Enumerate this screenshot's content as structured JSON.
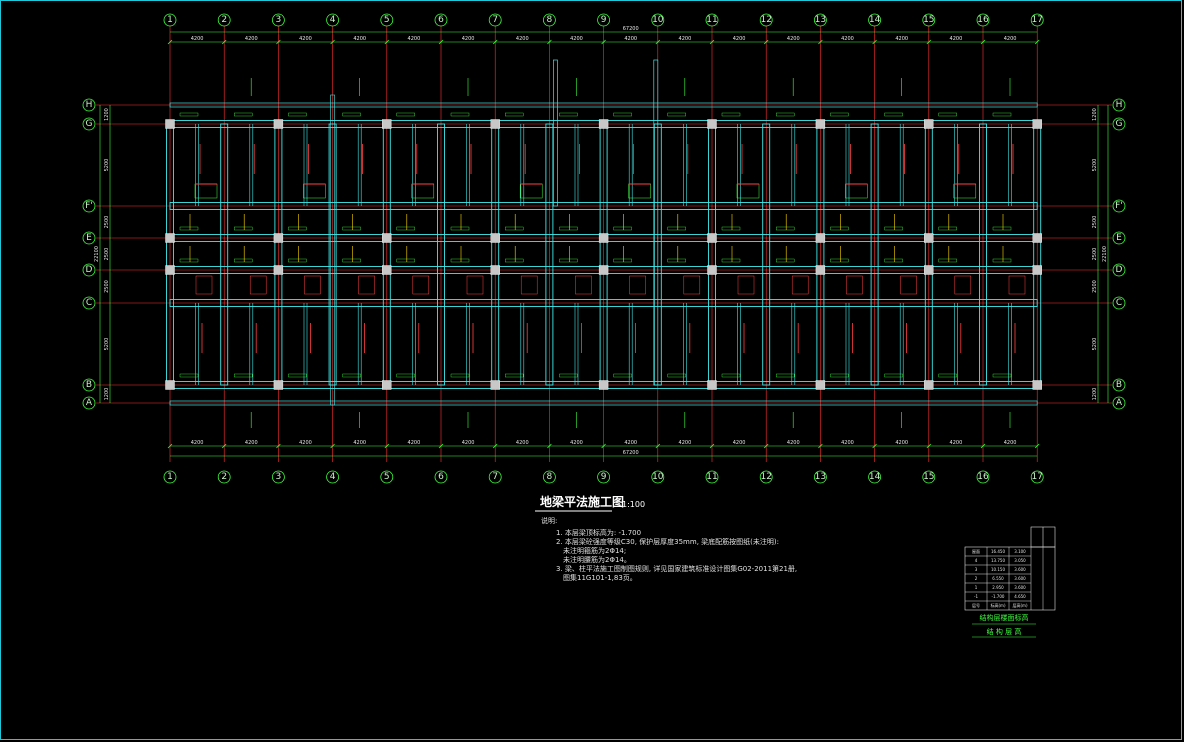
{
  "title": "地梁平法施工图",
  "scale": "1:100",
  "notes": {
    "heading": "说明:",
    "items": [
      "1. 本层梁顶标高为: -1.700",
      "2. 本层梁砼强度等级C30, 保护层厚度35mm, 梁底配筋按图纸(未注明):",
      "未注明箍筋为2Φ14;",
      "未注明腰筋为2Φ14。",
      "3. 梁、柱平法施工图制图规则, 详见国家建筑标准设计图集G02-2011第21册,",
      "图集11G101-1,83页。"
    ]
  },
  "axes": {
    "columns": [
      "1",
      "2",
      "3",
      "4",
      "5",
      "6",
      "7",
      "8",
      "9",
      "10",
      "11",
      "12",
      "13",
      "14",
      "15",
      "16",
      "17"
    ],
    "rows": [
      "H",
      "G",
      "F'",
      "E",
      "D",
      "C",
      "B",
      "A"
    ]
  },
  "dimensions": {
    "top_bays": [
      "4200",
      "4200",
      "4200",
      "4200",
      "4200",
      "4200",
      "4200",
      "4200",
      "4200",
      "4200",
      "4200",
      "4200",
      "4200",
      "4200",
      "4200",
      "4200"
    ],
    "top_total": "67200",
    "bottom_total": "67200",
    "bottom_bays": [
      "4200",
      "4200",
      "4200",
      "4200",
      "4200",
      "4200",
      "4200",
      "4200",
      "4200",
      "4200",
      "4200",
      "4200",
      "4200",
      "4200",
      "4200",
      "4200"
    ],
    "left_rows": [
      "1200",
      "5200",
      "2500",
      "2500",
      "2500",
      "5200",
      "1200"
    ],
    "left_total": "22100",
    "right_rows": [
      "1200",
      "5200",
      "2500",
      "2500",
      "2500",
      "5200",
      "1200"
    ],
    "right_total": "22100"
  },
  "table": {
    "caption": "结构层楼面标高",
    "caption2": "结 构 层 高",
    "rows": [
      [
        "屋面",
        "16.450",
        "3.100"
      ],
      [
        "4",
        "13.750",
        "3.050"
      ],
      [
        "3",
        "10.150",
        "3.600"
      ],
      [
        "2",
        "6.550",
        "3.600"
      ],
      [
        "1",
        "2.950",
        "3.600"
      ],
      [
        "-1",
        "-1.700",
        "4.650"
      ],
      [
        "层号",
        "标高(m)",
        "层高(m)"
      ]
    ]
  },
  "colors": {
    "grid": "#ff3030",
    "beam": "#40e8e8",
    "axis_bubble": "#40ff40",
    "column": "#c8c8c8",
    "dim": "#40ff40",
    "annotation_red": "#ff4040",
    "annotation_green": "#40ff40",
    "annotation_yellow": "#ffd700"
  }
}
